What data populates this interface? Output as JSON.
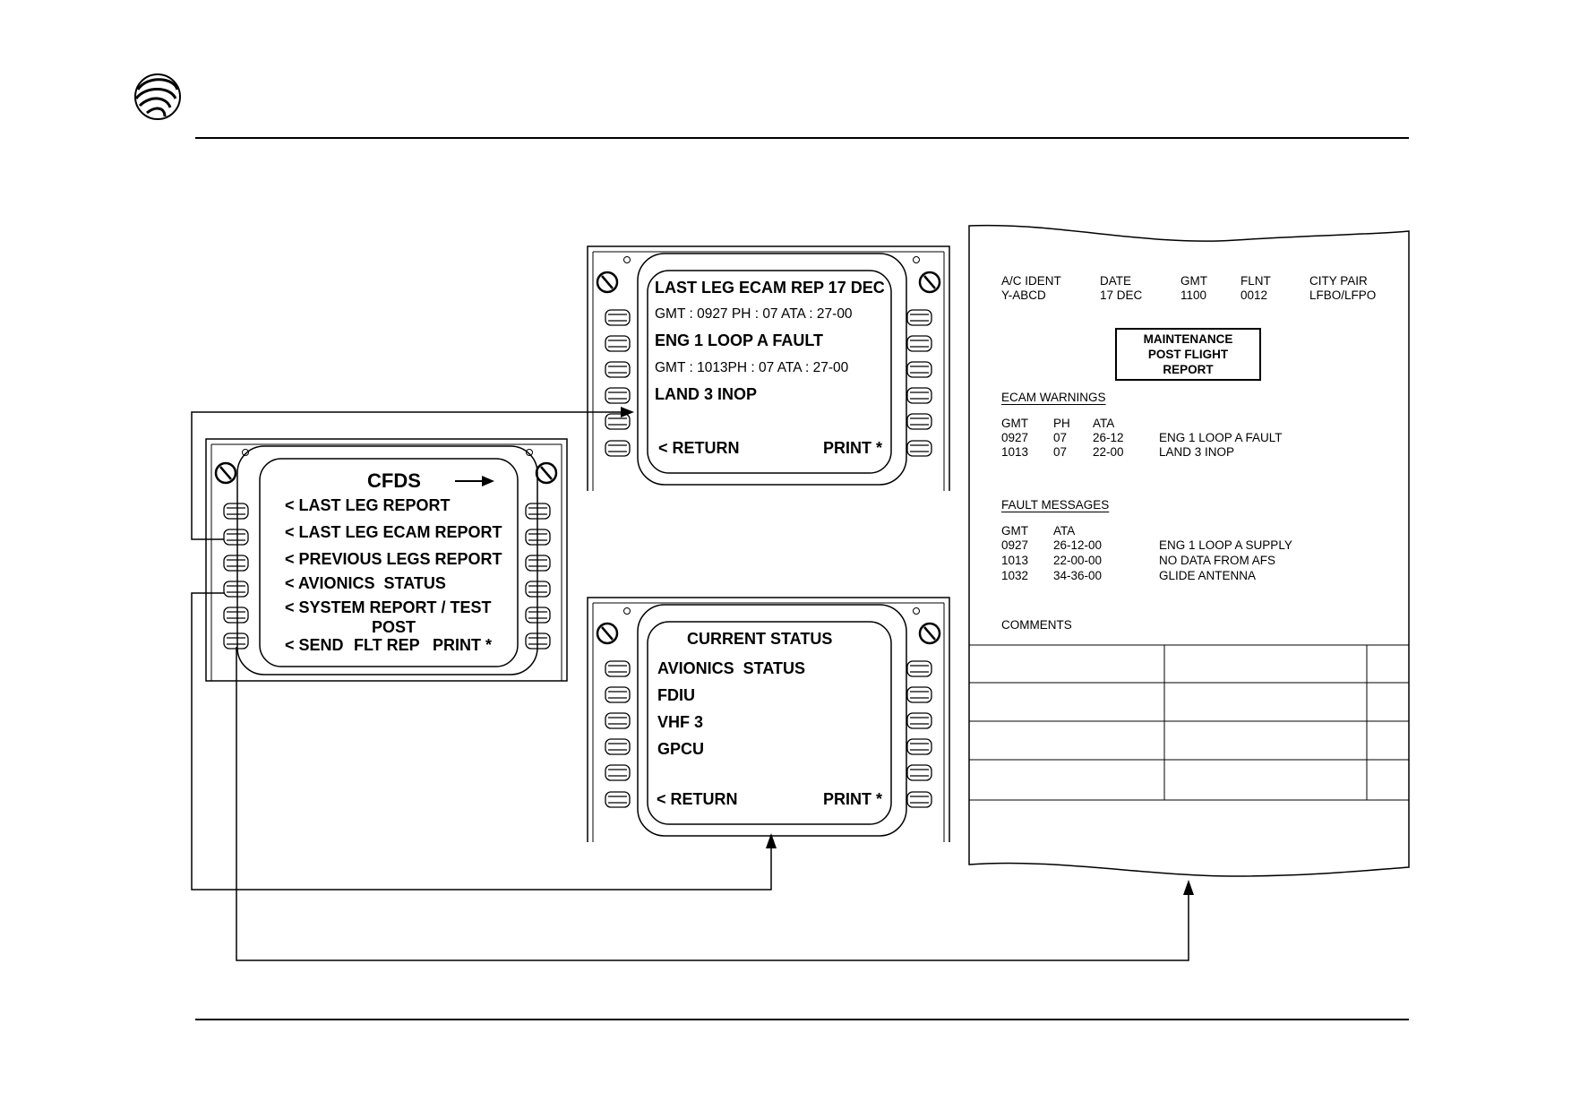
{
  "mcdu_cfds": {
    "title": "CFDS",
    "lines": [
      "< LAST LEG REPORT",
      "< LAST LEG ECAM REPORT",
      "< PREVIOUS LEGS REPORT",
      "< AVIONICS  STATUS",
      "< SYSTEM REPORT / TEST"
    ],
    "post_label": "POST",
    "bottom_left": "< SEND",
    "bottom_center": "FLT REP",
    "bottom_right": "PRINT *"
  },
  "mcdu_ecam": {
    "title": "LAST LEG ECAM REP 17 DEC",
    "line1": "GMT : 0927 PH : 07 ATA : 27-00",
    "line2": "ENG 1 LOOP A FAULT",
    "line3": "GMT : 1013PH : 07 ATA : 27-00",
    "line4": "LAND 3 INOP",
    "bottom_left": "< RETURN",
    "bottom_right": "PRINT *"
  },
  "mcdu_status": {
    "title": "CURRENT STATUS",
    "lines": [
      "AVIONICS  STATUS",
      "FDIU",
      "VHF 3",
      "GPCU"
    ],
    "bottom_left": "< RETURN",
    "bottom_right": "PRINT *"
  },
  "report": {
    "header_labels": [
      "A/C IDENT",
      "DATE",
      "GMT",
      "FLNT",
      "CITY PAIR"
    ],
    "header_values": [
      "Y-ABCD",
      "17 DEC",
      "1100",
      "0012",
      "LFBO/LFPO"
    ],
    "title_line1": "MAINTENANCE",
    "title_line2": "POST FLIGHT REPORT",
    "ecam_heading": "ECAM WARNINGS",
    "ecam_columns": [
      "GMT",
      "PH",
      "ATA"
    ],
    "ecam_rows": [
      {
        "gmt": "0927",
        "ph": "07",
        "ata": "26-12",
        "msg": "ENG 1 LOOP A FAULT"
      },
      {
        "gmt": "1013",
        "ph": "07",
        "ata": "22-00",
        "msg": "LAND 3 INOP"
      }
    ],
    "fault_heading": "FAULT MESSAGES",
    "fault_columns": [
      "GMT",
      "ATA"
    ],
    "fault_rows": [
      {
        "gmt": "0927",
        "ata": "26-12-00",
        "msg": "ENG 1 LOOP A SUPPLY"
      },
      {
        "gmt": "1013",
        "ata": "22-00-00",
        "msg": "NO DATA FROM AFS"
      },
      {
        "gmt": "1032",
        "ata": "34-36-00",
        "msg": "GLIDE ANTENNA"
      }
    ],
    "comments_label": "COMMENTS"
  },
  "logo": {
    "icon": "swirl-logo-icon"
  }
}
